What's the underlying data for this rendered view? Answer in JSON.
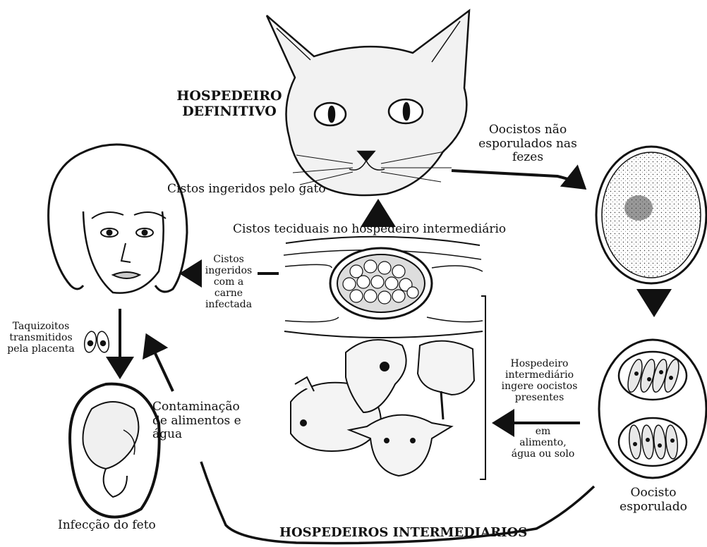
{
  "labels": {
    "definitive_host": "HOSPEDEIRO\nDEFINITIVO",
    "oocysts_feces": "Oocistos não\nesporulados nas\nfezes",
    "cysts_ingested_cat": "Cistos ingeridos pelo gato",
    "tissue_cysts": "Cistos teciduais no hospedeiro intermediário",
    "cysts_meat": "Cistos\ningeridos\ncom a\ncarne\ninfectada",
    "tachyzoites": "Taquizoitos\ntransmitidos\npela placenta",
    "contamination": "Contaminação\nde alimentos e\nágua",
    "intermediate_ingests": "Hospedeiro\nintermediário\ningere oocistos\npresentes",
    "in_food": "em\nalimento,\nágua ou solo",
    "sporulated_oocyst": "Oocisto\nesporulado",
    "fetus_infection": "Infecção do feto",
    "intermediate_hosts": "HOSPEDEIROS INTERMEDIARIOS"
  },
  "icons": [
    "cat-illustration",
    "woman-illustration",
    "fetus-illustration",
    "tissue-cyst-illustration",
    "animals-illustration",
    "unsporulated-oocyst-illustration",
    "sporulated-oocyst-illustration",
    "tachyzoite-icon"
  ]
}
